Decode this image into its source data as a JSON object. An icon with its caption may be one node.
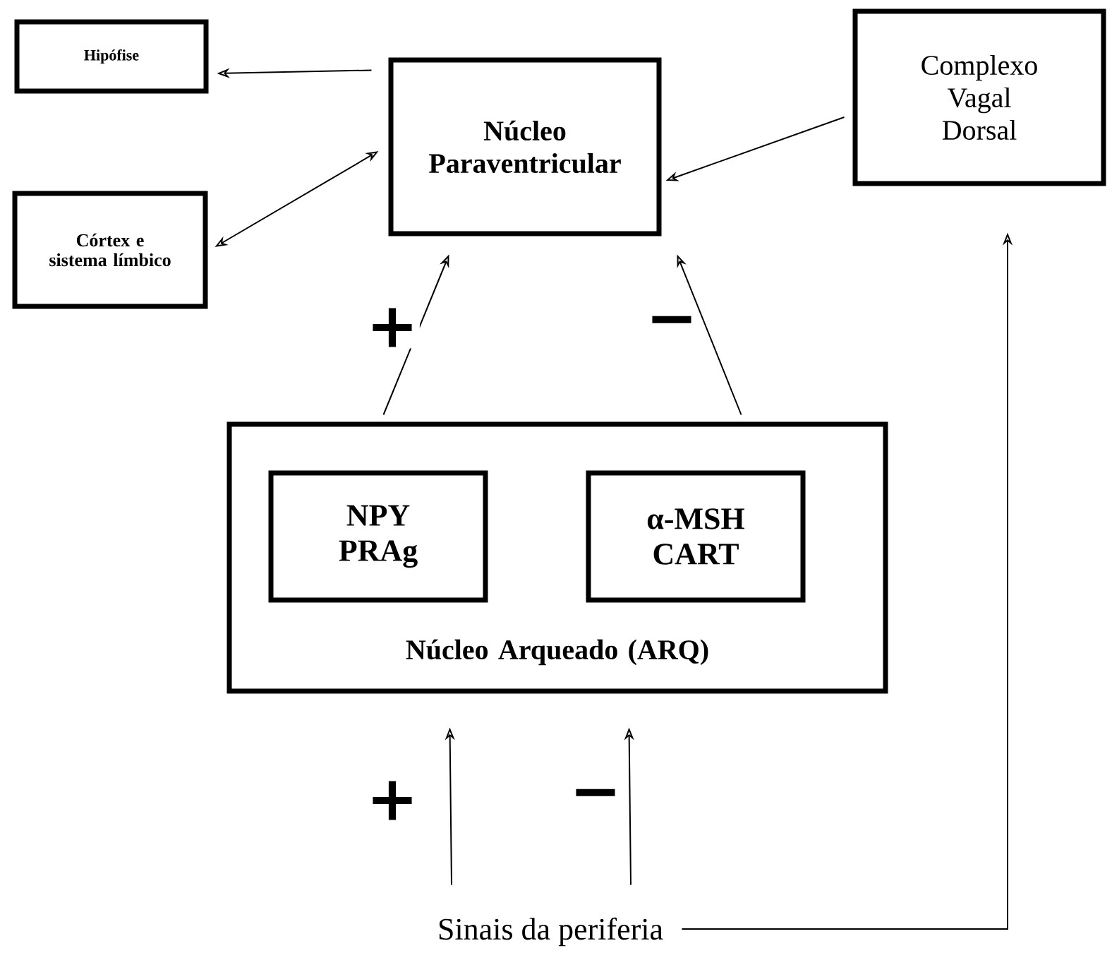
{
  "diagram": {
    "nodes": [
      {
        "text": [
          "Hipófise"
        ]
      },
      {
        "text": [
          "Córtex e sistema límbico"
        ]
      },
      {
        "text": [
          "Núcleo Paraventricular"
        ]
      },
      {
        "text": [
          "Complexo Vagal Dorsal"
        ]
      },
      {
        "text": [
          "Núcleo Arqueado (ARQ)"
        ]
      },
      {
        "text": [
          "NPY PRAg"
        ],
        "in": 4
      },
      {
        "text": [
          "α-MSH CART"
        ],
        "in": 4
      },
      {
        "text": [
          "Sinais da periferia"
        ]
      }
    ],
    "edges": [
      {
        "from": 2,
        "to": 0,
        "arrow": "to"
      },
      {
        "from": 1,
        "to": 2,
        "arrow": "both"
      },
      {
        "from": 3,
        "to": 2,
        "arrow": "to"
      },
      {
        "from": 4,
        "to": 2,
        "arrow": "to",
        "label": "+"
      },
      {
        "from": 4,
        "to": 2,
        "arrow": "to",
        "label": "−"
      },
      {
        "from": 7,
        "to": 4,
        "arrow": "to",
        "label": "+"
      },
      {
        "from": 7,
        "to": 4,
        "arrow": "to",
        "label": "−"
      },
      {
        "from": 7,
        "to": 3,
        "arrow": "to"
      }
    ]
  }
}
